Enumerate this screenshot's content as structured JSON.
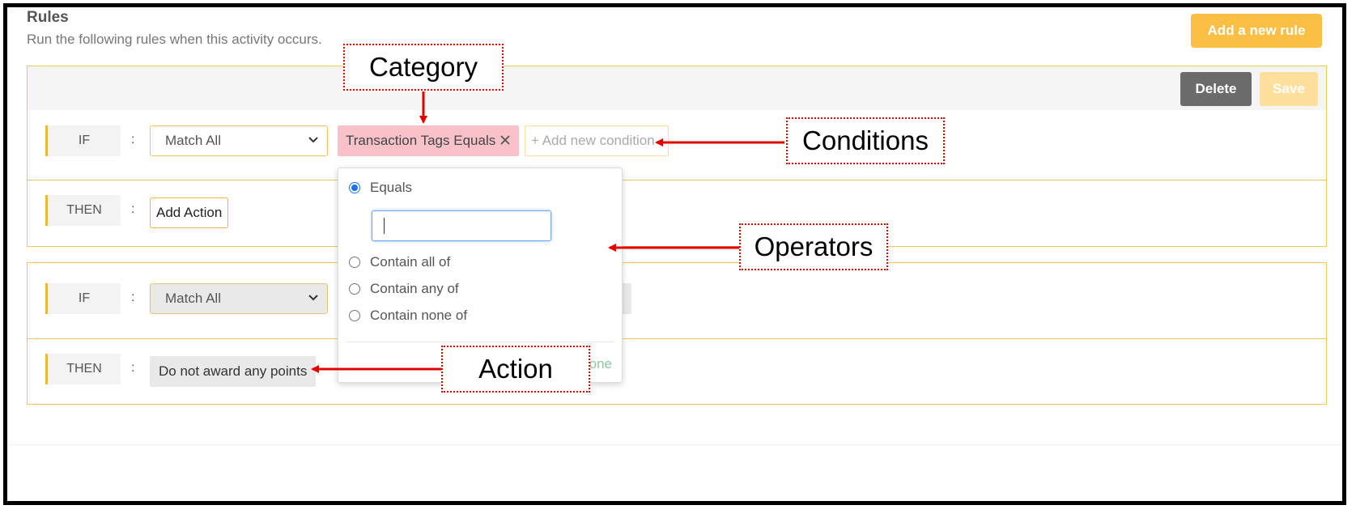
{
  "header": {
    "title": "Rules",
    "subtitle": "Run the following rules when this activity occurs.",
    "add_rule_label": "Add a new rule"
  },
  "rule1": {
    "delete_label": "Delete",
    "save_label": "Save",
    "if_label": "IF",
    "then_label": "THEN",
    "colon": ":",
    "match_value": "Match All",
    "condition_chip": "Transaction Tags Equals",
    "add_condition_label": "+ Add new condition",
    "add_action_label": "Add Action"
  },
  "operator_popover": {
    "options": [
      {
        "label": "Equals",
        "checked": true
      },
      {
        "label": "Contain all of",
        "checked": false
      },
      {
        "label": "Contain any of",
        "checked": false
      },
      {
        "label": "Contain none of",
        "checked": false
      }
    ],
    "input_value": "",
    "done_label": "Done"
  },
  "rule2": {
    "if_label": "IF",
    "then_label": "THEN",
    "colon": ":",
    "match_value": "Match All",
    "action_chip": "Do not award any points"
  },
  "callouts": {
    "category": "Category",
    "conditions": "Conditions",
    "operators": "Operators",
    "action": "Action"
  },
  "colors": {
    "accent": "#fbbf46",
    "border": "#f1c65a",
    "condition_chip": "#f9c1c8",
    "annotation_red": "#e00000",
    "radio_blue": "#1a73e8"
  }
}
